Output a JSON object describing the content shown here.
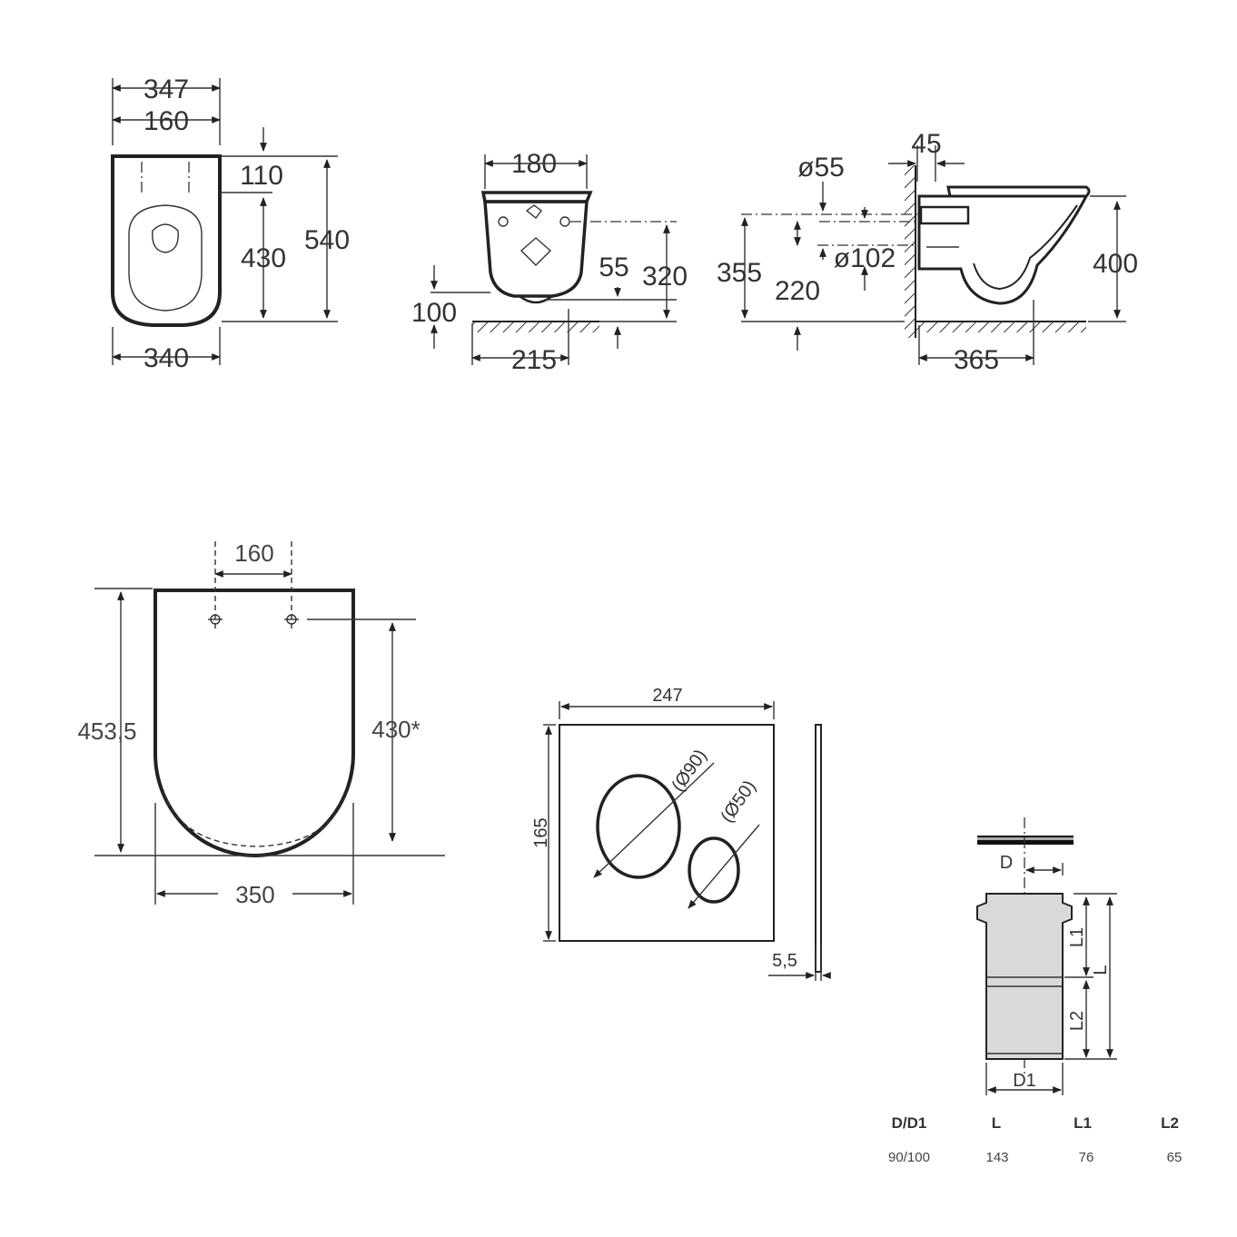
{
  "toilet_views": {
    "top": {
      "d347": "347",
      "d160": "160",
      "d110": "110",
      "d430": "430",
      "d540": "540",
      "d340": "340"
    },
    "back": {
      "d180": "180",
      "d55": "55",
      "d320": "320",
      "d100": "100",
      "d215": "215"
    },
    "side": {
      "d45": "45",
      "d_phi55": "ø55",
      "d355": "355",
      "d220": "220",
      "d_phi102": "ø102",
      "d400": "400",
      "d365": "365"
    }
  },
  "seat": {
    "d160": "160",
    "d453": "453,5",
    "d430": "430*",
    "d350": "350"
  },
  "flush_plate": {
    "d247": "247",
    "d165": "165",
    "d_phi90": "(Ø90)",
    "d_phi50": "(Ø50)",
    "d55": "5,5"
  },
  "connector": {
    "labels": {
      "D": "D",
      "D1": "D1",
      "L": "L",
      "L1": "L1",
      "L2": "L2"
    },
    "table": {
      "headers": [
        "D/D1",
        "L",
        "L1",
        "L2"
      ],
      "values": [
        "90/100",
        "143",
        "76",
        "65"
      ]
    }
  },
  "colors": {
    "line": "#222222",
    "text": "#333333",
    "pipe_fill": "#d9d9d9"
  }
}
